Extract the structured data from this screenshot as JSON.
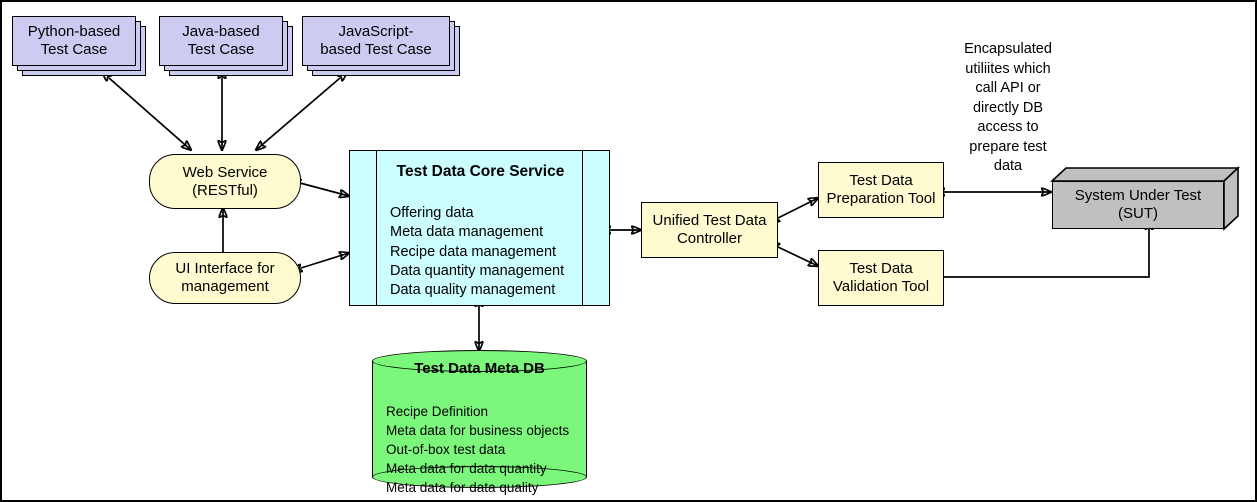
{
  "diagram": {
    "title": "Test Data Management Architecture",
    "colors": {
      "test_case_fill": "#ccccf2",
      "service_fill": "#fdfbcf",
      "core_fill": "#ccfdff",
      "database_fill": "#7bf77b",
      "sut_fill": "#c0c0c0",
      "stroke": "#000000",
      "background": "#ffffff"
    }
  },
  "test_cases": [
    {
      "id": "python",
      "line1": "Python-based",
      "line2": "Test Case"
    },
    {
      "id": "java",
      "line1": "Java-based",
      "line2": "Test Case"
    },
    {
      "id": "javascript",
      "line1": "JavaScript-",
      "line2": "based Test Case"
    }
  ],
  "interfaces": [
    {
      "id": "web-service",
      "line1": "Web Service",
      "line2": "(RESTful)"
    },
    {
      "id": "ui-interface",
      "line1": "UI Interface for",
      "line2": "management"
    }
  ],
  "core_service": {
    "title": "Test Data Core Service",
    "items": [
      "Offering data",
      "Meta data management",
      "Recipe data management",
      "Data quantity management",
      "Data quality management"
    ]
  },
  "database": {
    "title": "Test Data Meta DB",
    "items": [
      "Recipe Definition",
      "Meta data for business objects",
      "Out-of-box test data",
      "Meta data for data quantity",
      "Meta data for data quality"
    ]
  },
  "controller": {
    "line1": "Unified Test Data",
    "line2": "Controller"
  },
  "tools": [
    {
      "id": "preparation",
      "line1": "Test Data",
      "line2": "Preparation Tool"
    },
    {
      "id": "validation",
      "line1": "Test Data",
      "line2": "Validation Tool"
    }
  ],
  "sut": {
    "line1": "System Under Test",
    "line2": "(SUT)"
  },
  "annotation": {
    "lines": [
      "Encapsulated",
      "utiliites which",
      "call API or",
      "directly DB",
      "access to",
      "prepare test",
      "data"
    ]
  }
}
